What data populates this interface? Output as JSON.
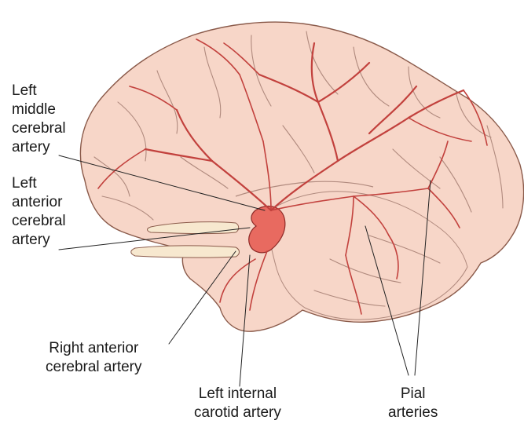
{
  "labels": {
    "left_middle_cerebral": [
      "Left",
      "middle",
      "cerebral",
      "artery"
    ],
    "left_anterior_cerebral": [
      "Left",
      "anterior",
      "cerebral",
      "artery"
    ],
    "right_anterior_cerebral": [
      "Right anterior",
      "cerebral artery"
    ],
    "left_internal_carotid": [
      "Left internal",
      "carotid artery"
    ],
    "pial": [
      "Pial",
      "arteries"
    ]
  },
  "colors": {
    "brain_fill": "#f7d6c8",
    "brain_outline": "#8a5a4a",
    "sulcus": "#b08a7e",
    "artery": "#c2413d",
    "artery_dark": "#8e2a27",
    "carotid_fill": "#e86a60",
    "nerve_fill": "#f7e8cf",
    "leader": "#222222"
  }
}
